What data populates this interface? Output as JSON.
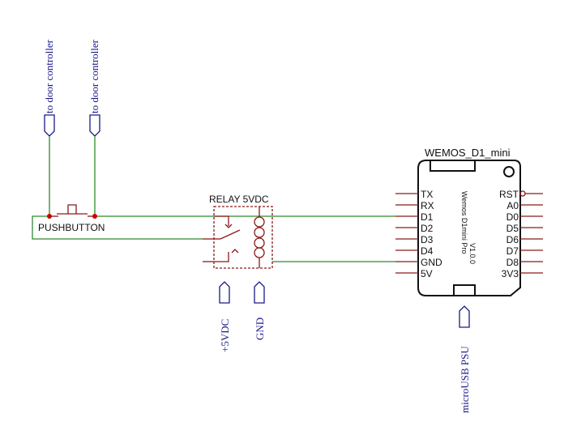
{
  "ports": {
    "door_controller_1": "to door controller",
    "door_controller_2": "to door controller",
    "vcc": "+5VDC",
    "gnd": "GND",
    "usb": "microUSB PSU"
  },
  "pushbutton": {
    "label": "PUSHBUTTON"
  },
  "relay": {
    "label": "RELAY 5VDC"
  },
  "wemos": {
    "title": "WEMOS_D1_mini",
    "left_pins": [
      "TX",
      "RX",
      "D1",
      "D2",
      "D3",
      "D4",
      "GND",
      "5V"
    ],
    "right_pins": [
      "RST",
      "A0",
      "D0",
      "D5",
      "D6",
      "D7",
      "D8",
      "3V3"
    ],
    "board_name": "Wemos D1mini Pro",
    "board_version": "V1.0.0"
  },
  "colors": {
    "wire": "#2e8b2e",
    "part": "#8b1a1a",
    "port": "#1a1a8b",
    "junction": "#cc0000"
  }
}
